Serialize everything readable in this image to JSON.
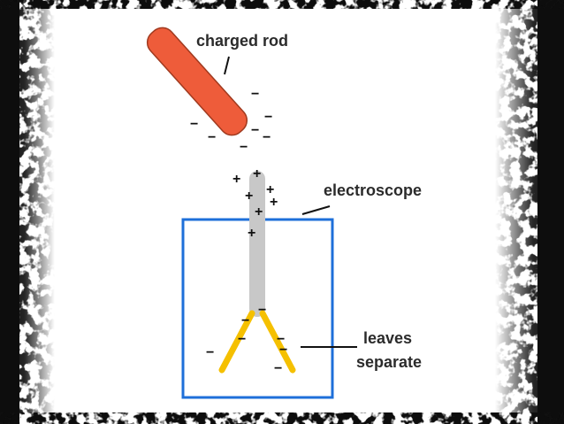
{
  "labels": {
    "rod": "charged rod",
    "electroscope": "electroscope",
    "leaves_line1": "leaves",
    "leaves_line2": "separate"
  },
  "charges": {
    "negative": "−",
    "positive": "+"
  },
  "colors": {
    "rod_fill": "#EE5C3A",
    "rod_stroke": "#A03A1F",
    "box_stroke": "#1E6FD9",
    "stem": "#C8C8C8",
    "leaves": "#F5C000"
  }
}
